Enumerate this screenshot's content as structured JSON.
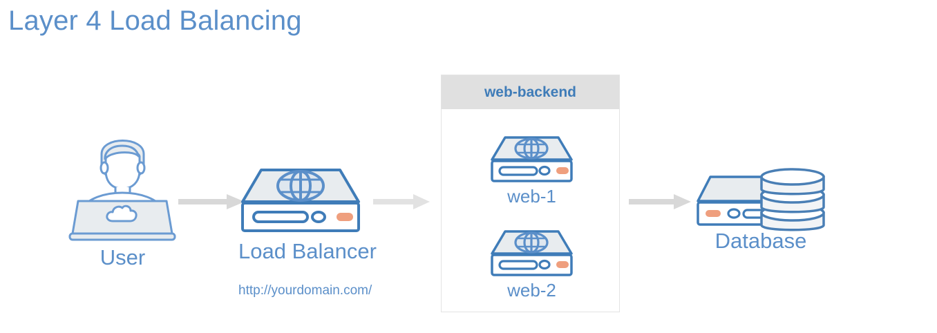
{
  "page": {
    "title": "Layer 4 Load Balancing",
    "background": "#ffffff"
  },
  "palette": {
    "title_blue": "#5b8fc9",
    "outline_blue": "#4a7fb5",
    "label_blue": "#5b8fc9",
    "header_blue": "#3f7cb8",
    "icon_fill": "#e8ecef",
    "led_orange": "#ef9f7e",
    "arrow_gray": "#d8d8d8",
    "group_header_gray": "#e0e0e0",
    "group_border_gray": "#e3e3e3"
  },
  "diagram": {
    "type": "network-architecture",
    "nodes": [
      {
        "id": "user",
        "label": "User",
        "icon": "user-laptop-cloud-icon"
      },
      {
        "id": "load-balancer",
        "label": "Load Balancer",
        "icon": "server-globe-icon",
        "sublabel": "http://yourdomain.com/"
      },
      {
        "id": "web-1",
        "label": "web-1",
        "icon": "server-globe-icon"
      },
      {
        "id": "web-2",
        "label": "web-2",
        "icon": "server-globe-icon"
      },
      {
        "id": "database",
        "label": "Database",
        "icon": "database-disks-icon"
      }
    ],
    "groups": [
      {
        "id": "web-backend",
        "label": "web-backend",
        "members": [
          "web-1",
          "web-2"
        ]
      }
    ],
    "arrows": [
      {
        "id": "arrow-user-to-lb",
        "from": "user",
        "to": "load-balancer",
        "icon": "arrow-right-icon"
      },
      {
        "id": "arrow-lb-to-backend",
        "from": "load-balancer",
        "to": "web-backend",
        "icon": "arrow-right-icon"
      },
      {
        "id": "arrow-backend-to-db",
        "from": "web-backend",
        "to": "database",
        "icon": "arrow-right-icon"
      }
    ]
  }
}
